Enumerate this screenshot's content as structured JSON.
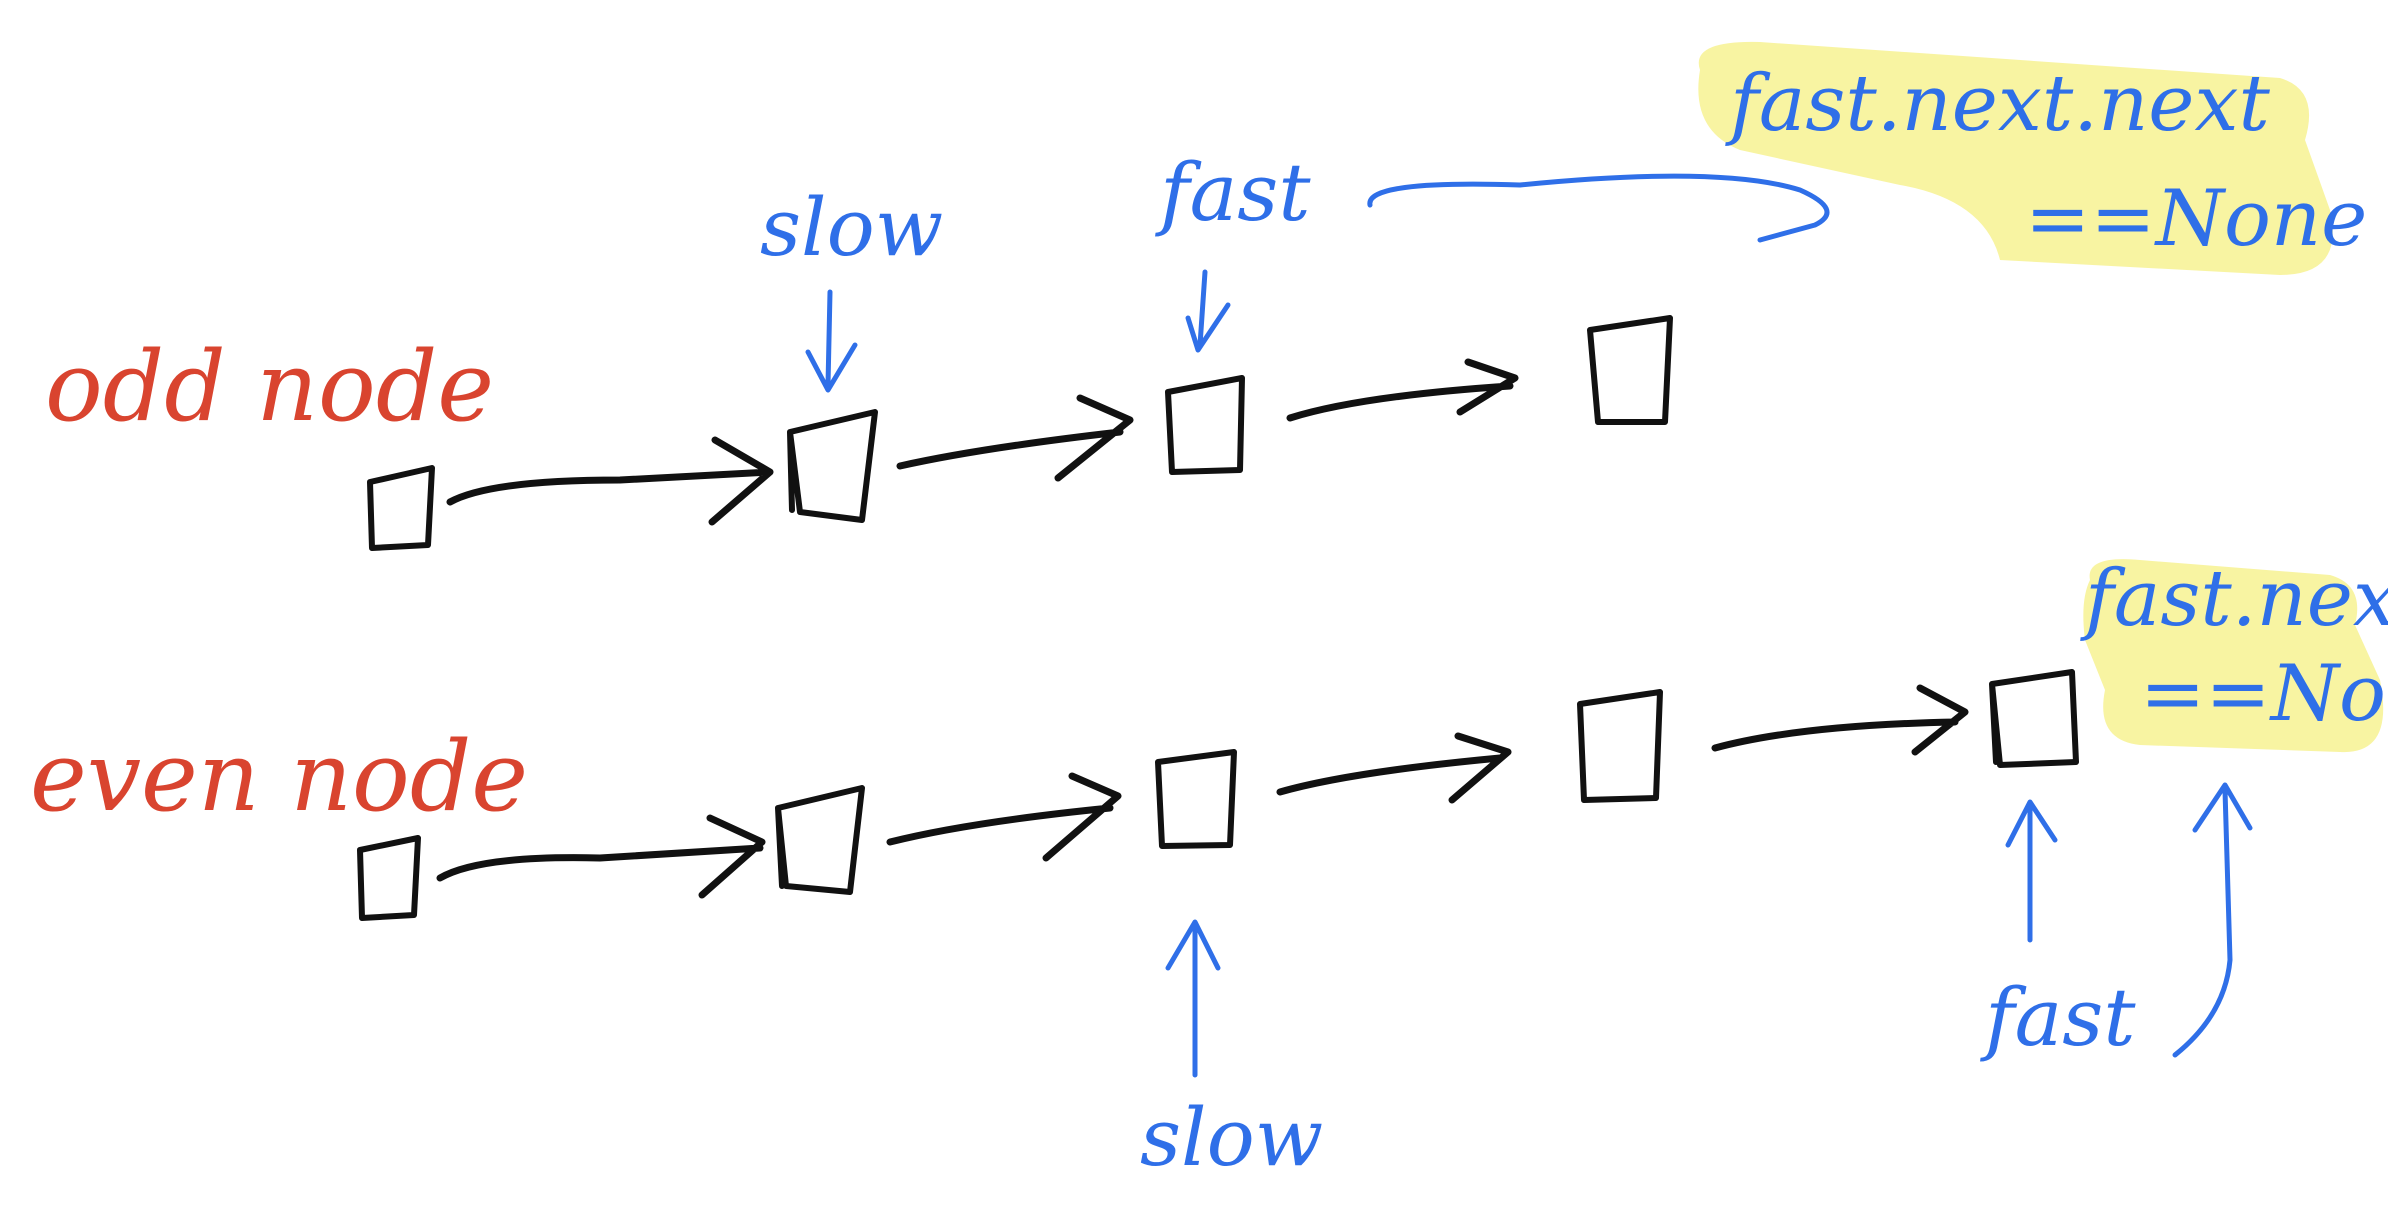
{
  "rows": {
    "odd": {
      "label": "odd node",
      "node_count": 4,
      "slow_label": "slow",
      "fast_label": "fast",
      "condition_line1": "fast.next.next",
      "condition_line2": "==None"
    },
    "even": {
      "label": "even node",
      "node_count": 5,
      "slow_label": "slow",
      "fast_label": "fast",
      "condition_line1": "fast.next",
      "condition_line2": "==None"
    }
  },
  "colors": {
    "row_label": "#d9442f",
    "pointer": "#2f6fe8",
    "node": "#111111",
    "highlight": "#f7f39a"
  }
}
